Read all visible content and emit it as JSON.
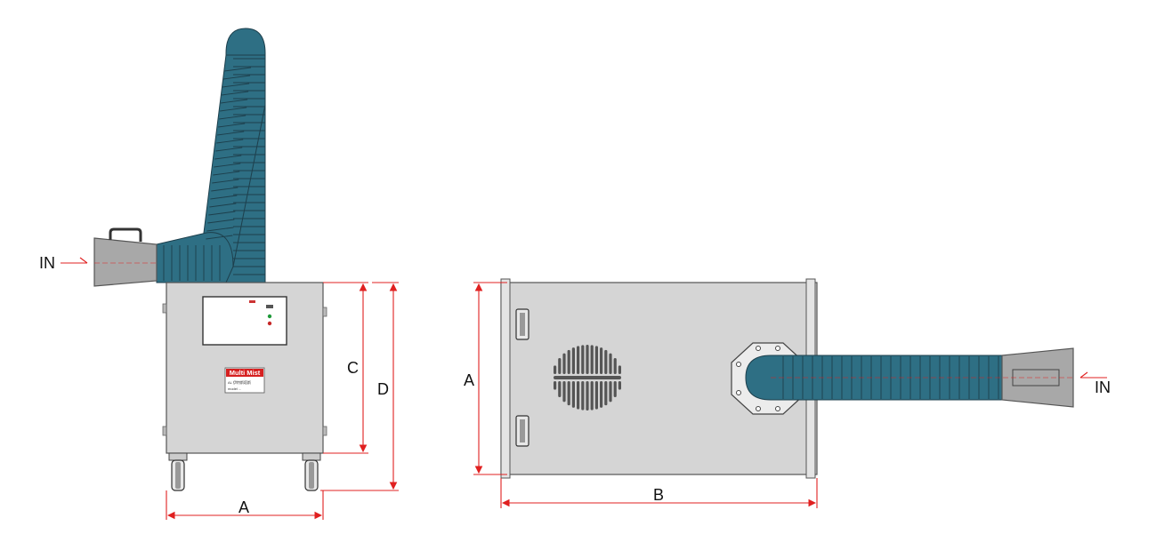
{
  "labels": {
    "in_left": "IN",
    "in_right": "IN",
    "dim_a_front": "A",
    "dim_c": "C",
    "dim_d": "D",
    "dim_a_top": "A",
    "dim_b": "B"
  },
  "nameplate": {
    "brand": "Multi Mist",
    "line2": "AL 伊特斯塔斯",
    "line3": "model ..."
  },
  "colors": {
    "hose": "#2e6f84",
    "cabinet": "#d5d5d5",
    "nozzle": "#a8a8a8",
    "dimension": "#e02020"
  }
}
